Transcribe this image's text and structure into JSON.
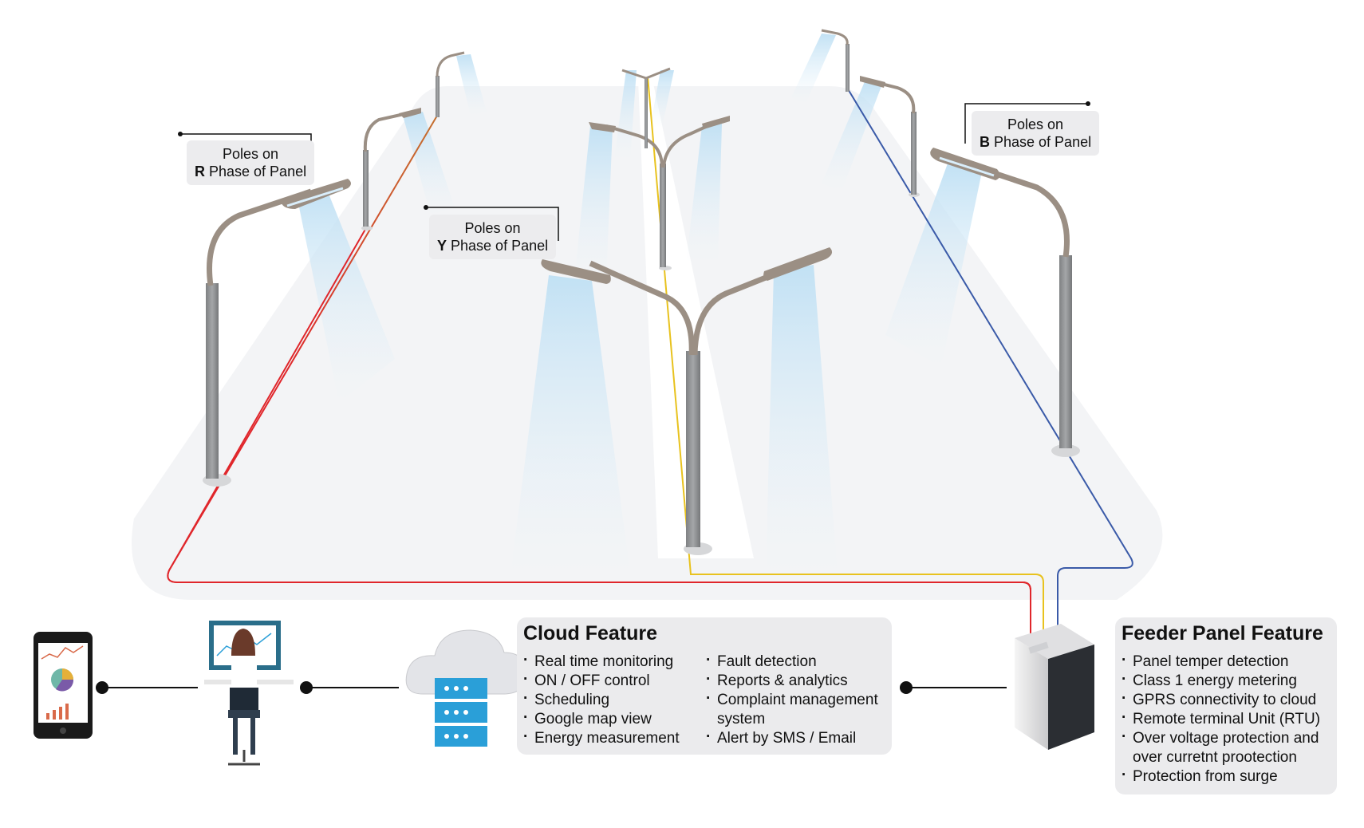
{
  "labels": {
    "r": {
      "line1": "Poles on",
      "phase": "R",
      "rest": " Phase of Panel"
    },
    "y": {
      "line1": "Poles on",
      "phase": "Y",
      "rest": " Phase of Panel"
    },
    "b": {
      "line1": "Poles on",
      "phase": "B",
      "rest": " Phase of Panel"
    }
  },
  "cloud_feature": {
    "title": "Cloud Feature",
    "left_items": [
      "Real time monitoring",
      "ON / OFF control",
      "Scheduling",
      "Google map view",
      "Energy measurement"
    ],
    "right_items": [
      "Fault detection",
      "Reports & analytics",
      "Complaint management system",
      "Alert by SMS / Email"
    ]
  },
  "feeder_feature": {
    "title": "Feeder Panel Feature",
    "items": [
      "Panel temper detection",
      "Class 1 energy metering",
      "GPRS connectivity to cloud",
      "Remote terminal Unit (RTU)",
      "Over voltage protection and over curretnt prootection",
      "Protection from surge"
    ]
  },
  "colors": {
    "r_phase": "#e0262b",
    "y_phase": "#e8c21e",
    "b_phase": "#3a5aa8",
    "road": "#f3f4f6",
    "pole": "#8f9193",
    "arm": "#9b8f84",
    "light_beam": "#cfe6f5",
    "server": "#2a9fd8"
  },
  "icons": [
    "smartphone-icon",
    "operator-desk-icon",
    "cloud-server-icon",
    "feeder-panel-icon"
  ]
}
